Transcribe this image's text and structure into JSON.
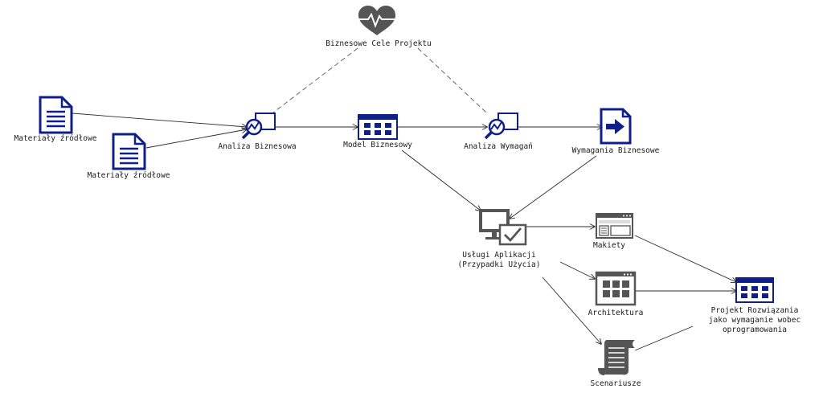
{
  "colors": {
    "navy": "#0f1f8a",
    "gray": "#555555",
    "edge": "#2b2b2b"
  },
  "nodes": {
    "cele": {
      "label": "Biznesowe Cele Projektu",
      "icon": "heart-pulse-icon"
    },
    "mat1": {
      "label": "Materiały źródłowe",
      "icon": "document-icon"
    },
    "mat2": {
      "label": "Materiały źródłowe",
      "icon": "document-icon"
    },
    "analiza_biz": {
      "label": "Analiza Biznesowa",
      "icon": "analysis-icon"
    },
    "model_biz": {
      "label": "Model Biznesowy",
      "icon": "app-window-icon"
    },
    "analiza_wym": {
      "label": "Analiza Wymagań",
      "icon": "analysis-icon"
    },
    "wym_biz": {
      "label": "Wymagania Biznesowe",
      "icon": "document-arrow-icon"
    },
    "uslugi": {
      "label_line1": "Usługi Aplikacji",
      "label_line2": "(Przypadki Użycia)",
      "icon": "monitor-check-icon"
    },
    "makiety": {
      "label": "Makiety",
      "icon": "mockup-window-icon"
    },
    "architektura": {
      "label": "Architektura",
      "icon": "grid-window-icon"
    },
    "scenariusze": {
      "label": "Scenariusze",
      "icon": "scroll-icon"
    },
    "projekt": {
      "label_line1": "Projekt Rozwiązania",
      "label_line2": "jako wymaganie wobec",
      "label_line3": "oprogramowania",
      "icon": "app-window-icon"
    }
  }
}
